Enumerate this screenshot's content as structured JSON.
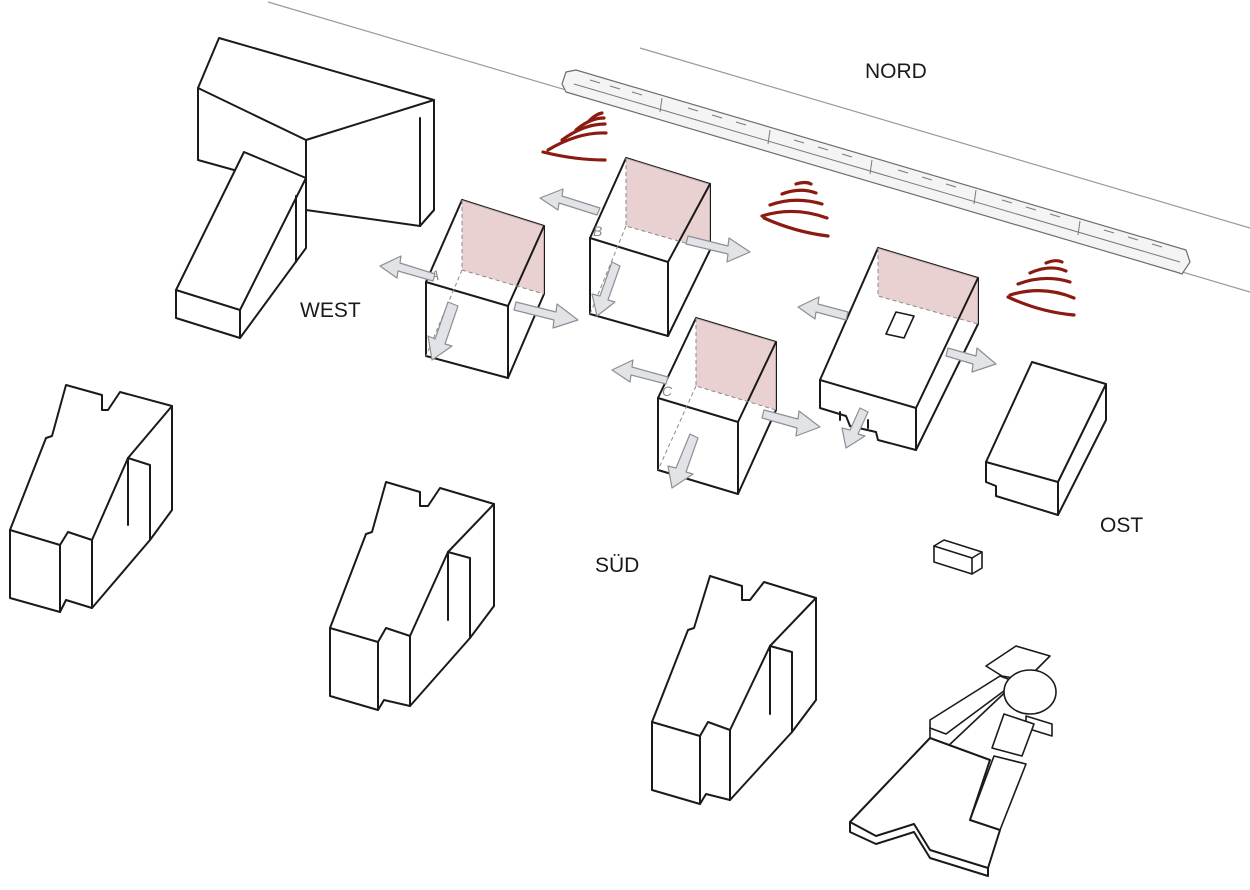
{
  "labels": {
    "north": "NORD",
    "west": "WEST",
    "south": "SÜD",
    "east": "OST"
  },
  "volumes": {
    "a": "A",
    "b": "B",
    "c": "C"
  },
  "colors": {
    "noise_waves": "#8b1a10",
    "facade_shade": "#e6c9c9",
    "arrow_fill": "#e1e3e6",
    "outline": "#1a1a1a"
  },
  "icons": {
    "noise": "noise-wave-icon",
    "orientation": "orientation-arrow-icon",
    "railway": "train-icon"
  }
}
